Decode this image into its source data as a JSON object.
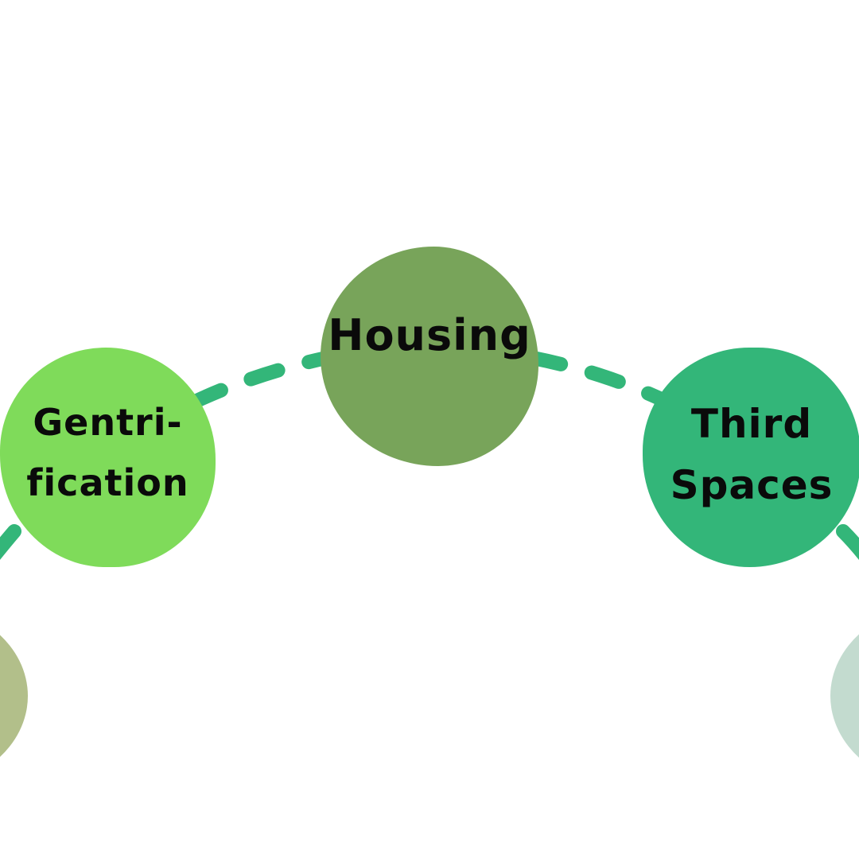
{
  "diagram": {
    "connector_color": "#33b679",
    "nodes": [
      {
        "id": "housing",
        "label": "Housing",
        "color": "#78a45a"
      },
      {
        "id": "gentrification",
        "label": "Gentri-\nfication",
        "color": "#7fdb5a"
      },
      {
        "id": "third-spaces",
        "label": "Third\nSpaces",
        "color": "#33b679"
      },
      {
        "id": "bottom-left",
        "label": "",
        "color": "#b2bf8a"
      },
      {
        "id": "bottom-right",
        "label": "",
        "color": "#c3dbcf"
      }
    ]
  }
}
